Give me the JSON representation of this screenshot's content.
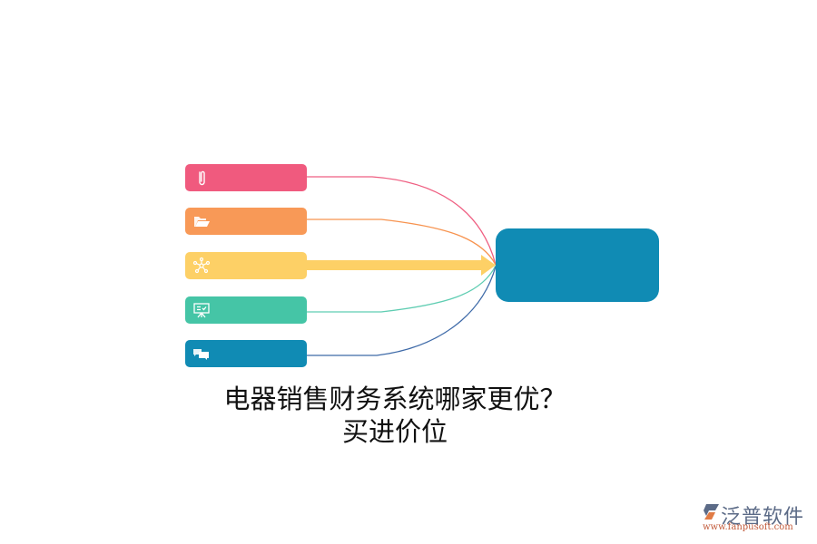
{
  "diagram": {
    "title_line1": "电器销售财务系统哪家更优？",
    "title_line2": "买进价位",
    "sources": [
      {
        "icon": "paperclip-icon",
        "color": "#f05a7e",
        "link_color": "#ef5f82"
      },
      {
        "icon": "folder-open-icon",
        "color": "#f89957",
        "link_color": "#f7934f"
      },
      {
        "icon": "network-icon",
        "color": "#fdd066",
        "link_color": "#fdd066"
      },
      {
        "icon": "presentation-board-icon",
        "color": "#45c5a6",
        "link_color": "#5fcdb2"
      },
      {
        "icon": "chat-bubbles-icon",
        "color": "#108bb4",
        "link_color": "#3e6aa8"
      }
    ],
    "hub": {
      "color": "#108bb4"
    }
  },
  "watermark": {
    "brand": "泛普软件",
    "url": "www.fanpusoft.com"
  }
}
